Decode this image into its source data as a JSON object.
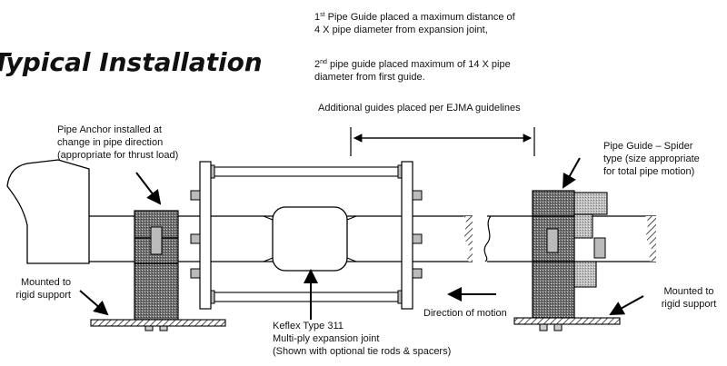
{
  "title": "Typical Installation",
  "notes": {
    "guide1": {
      "ordinal": "1",
      "ordinal_suffix": "st",
      "line1": " Pipe Guide placed a maximum distance of",
      "line2": "4 X pipe diameter from expansion joint,"
    },
    "guide2": {
      "ordinal": "2",
      "ordinal_suffix": "nd",
      "line1": " pipe guide placed maximum of 14 X pipe",
      "line2": "diameter from first guide."
    },
    "guide3": "Additional guides placed per EJMA guidelines"
  },
  "labels": {
    "anchor": [
      "Pipe Anchor installed at",
      "change in pipe direction",
      "(appropriate for thrust load)"
    ],
    "guide": [
      "Pipe Guide – Spider",
      "type (size appropriate",
      "for total pipe motion)"
    ],
    "mounted_left": [
      "Mounted to",
      "rigid support"
    ],
    "mounted_right": [
      "Mounted to",
      "rigid support"
    ],
    "joint": [
      "Keflex Type 311",
      "Multi-ply expansion joint",
      "(Shown with optional tie rods & spacers)"
    ],
    "motion": "Direction of motion"
  }
}
